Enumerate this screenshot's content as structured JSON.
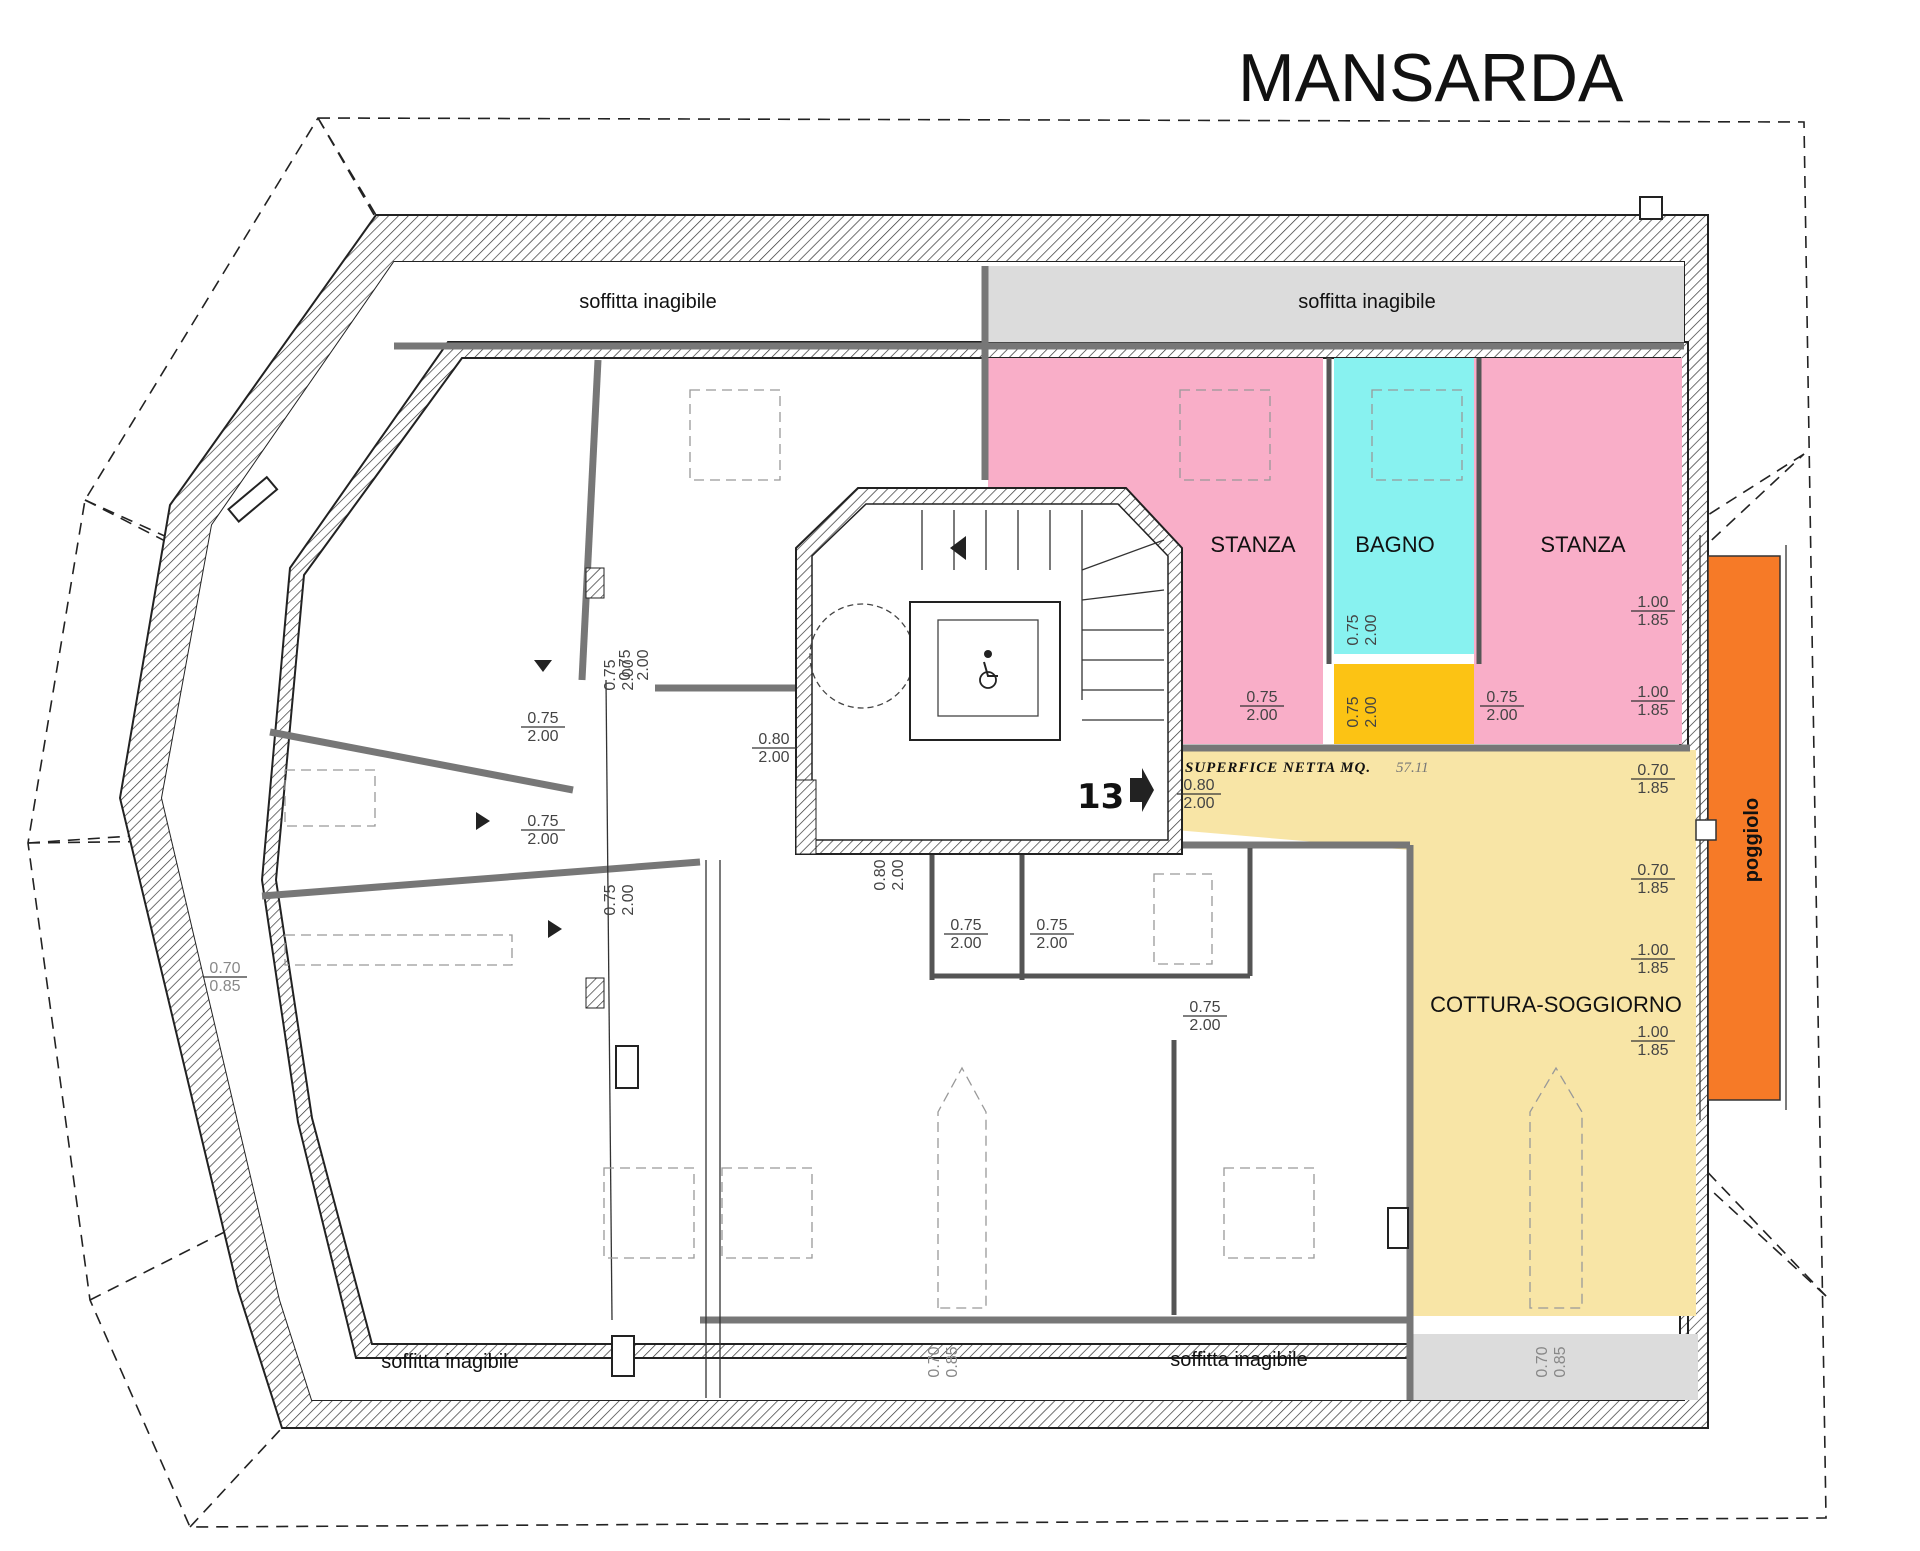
{
  "title": "MANSARDA",
  "rooms": {
    "stanza_left": "STANZA",
    "bagno": "BAGNO",
    "stanza_right": "STANZA",
    "cottura": "COTTURA-SOGGIORNO",
    "poggiolo": "poggiolo"
  },
  "attics": {
    "top_left": "soffitta inagibile",
    "top_right": "soffitta inagibile",
    "bottom_left": "soffitta inagibile",
    "bottom_right": "soffitta inagibile"
  },
  "superficie": {
    "label": "SUPERFICE NETTA MQ.",
    "value": "57.11"
  },
  "apartment_number": "13",
  "colors": {
    "stanza": "#f9aec8",
    "bagno": "#88f2f0",
    "door_yellow": "#fcc314",
    "cottura": "#f8e5a6",
    "poggiolo": "#f67a27",
    "attic_grey": "#dcdcdc",
    "wall_hatch": "#333333"
  },
  "dims": {
    "d1_w": "0.75",
    "d1_h": "2.00",
    "d2_w": "0.75",
    "d2_h": "2.00",
    "d3_w": "0.75",
    "d3_h": "2.00",
    "d4_w": "0.75",
    "d4_h": "2.00",
    "d5_w": "0.80",
    "d5_h": "2.00",
    "d6_w": "0.80",
    "d6_h": "2.00",
    "d7_w": "0.75",
    "d7_h": "2.00",
    "d8_w": "0.75",
    "d8_h": "2.00",
    "d9_w": "0.75",
    "d9_h": "2.00",
    "d10_w": "0.75",
    "d10_h": "2.00",
    "d11_w": "0.75",
    "d11_h": "2.00",
    "d12_w": "0.75",
    "d12_h": "2.00",
    "d13_w": "0.75",
    "d13_h": "2.00",
    "d14_w": "0.80",
    "d14_h": "2.00",
    "d15_w": "0.75",
    "d15_h": "2.00",
    "d16_w": "0.70",
    "d16_h": "0.85",
    "d17_w": "0.70",
    "d17_h": "0.85",
    "d18_w": "0.70",
    "d18_h": "0.85",
    "w1_w": "1.00",
    "w1_h": "1.85",
    "w2_w": "1.00",
    "w2_h": "1.85",
    "w3_w": "0.70",
    "w3_h": "1.85",
    "w4_w": "0.70",
    "w4_h": "1.85",
    "w5_w": "1.00",
    "w5_h": "1.85",
    "w6_w": "1.00",
    "w6_h": "1.85"
  }
}
